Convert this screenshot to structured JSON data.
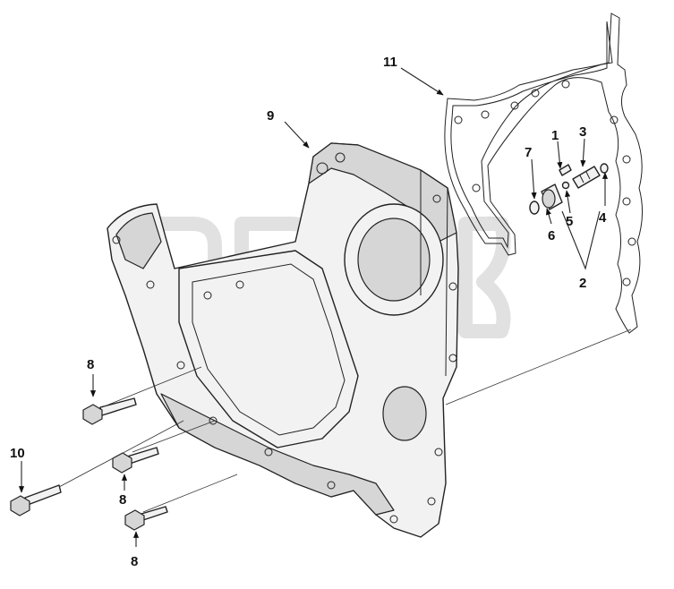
{
  "diagram": {
    "callouts": [
      {
        "id": "c1",
        "text": "1"
      },
      {
        "id": "c2",
        "text": "2"
      },
      {
        "id": "c3",
        "text": "3"
      },
      {
        "id": "c4",
        "text": "4"
      },
      {
        "id": "c5",
        "text": "5"
      },
      {
        "id": "c6",
        "text": "6"
      },
      {
        "id": "c7",
        "text": "7"
      },
      {
        "id": "c8a",
        "text": "8"
      },
      {
        "id": "c8b",
        "text": "8"
      },
      {
        "id": "c8c",
        "text": "8"
      },
      {
        "id": "c9",
        "text": "9"
      },
      {
        "id": "c10",
        "text": "10"
      },
      {
        "id": "c11",
        "text": "11"
      }
    ],
    "watermark_trademark": "™"
  }
}
